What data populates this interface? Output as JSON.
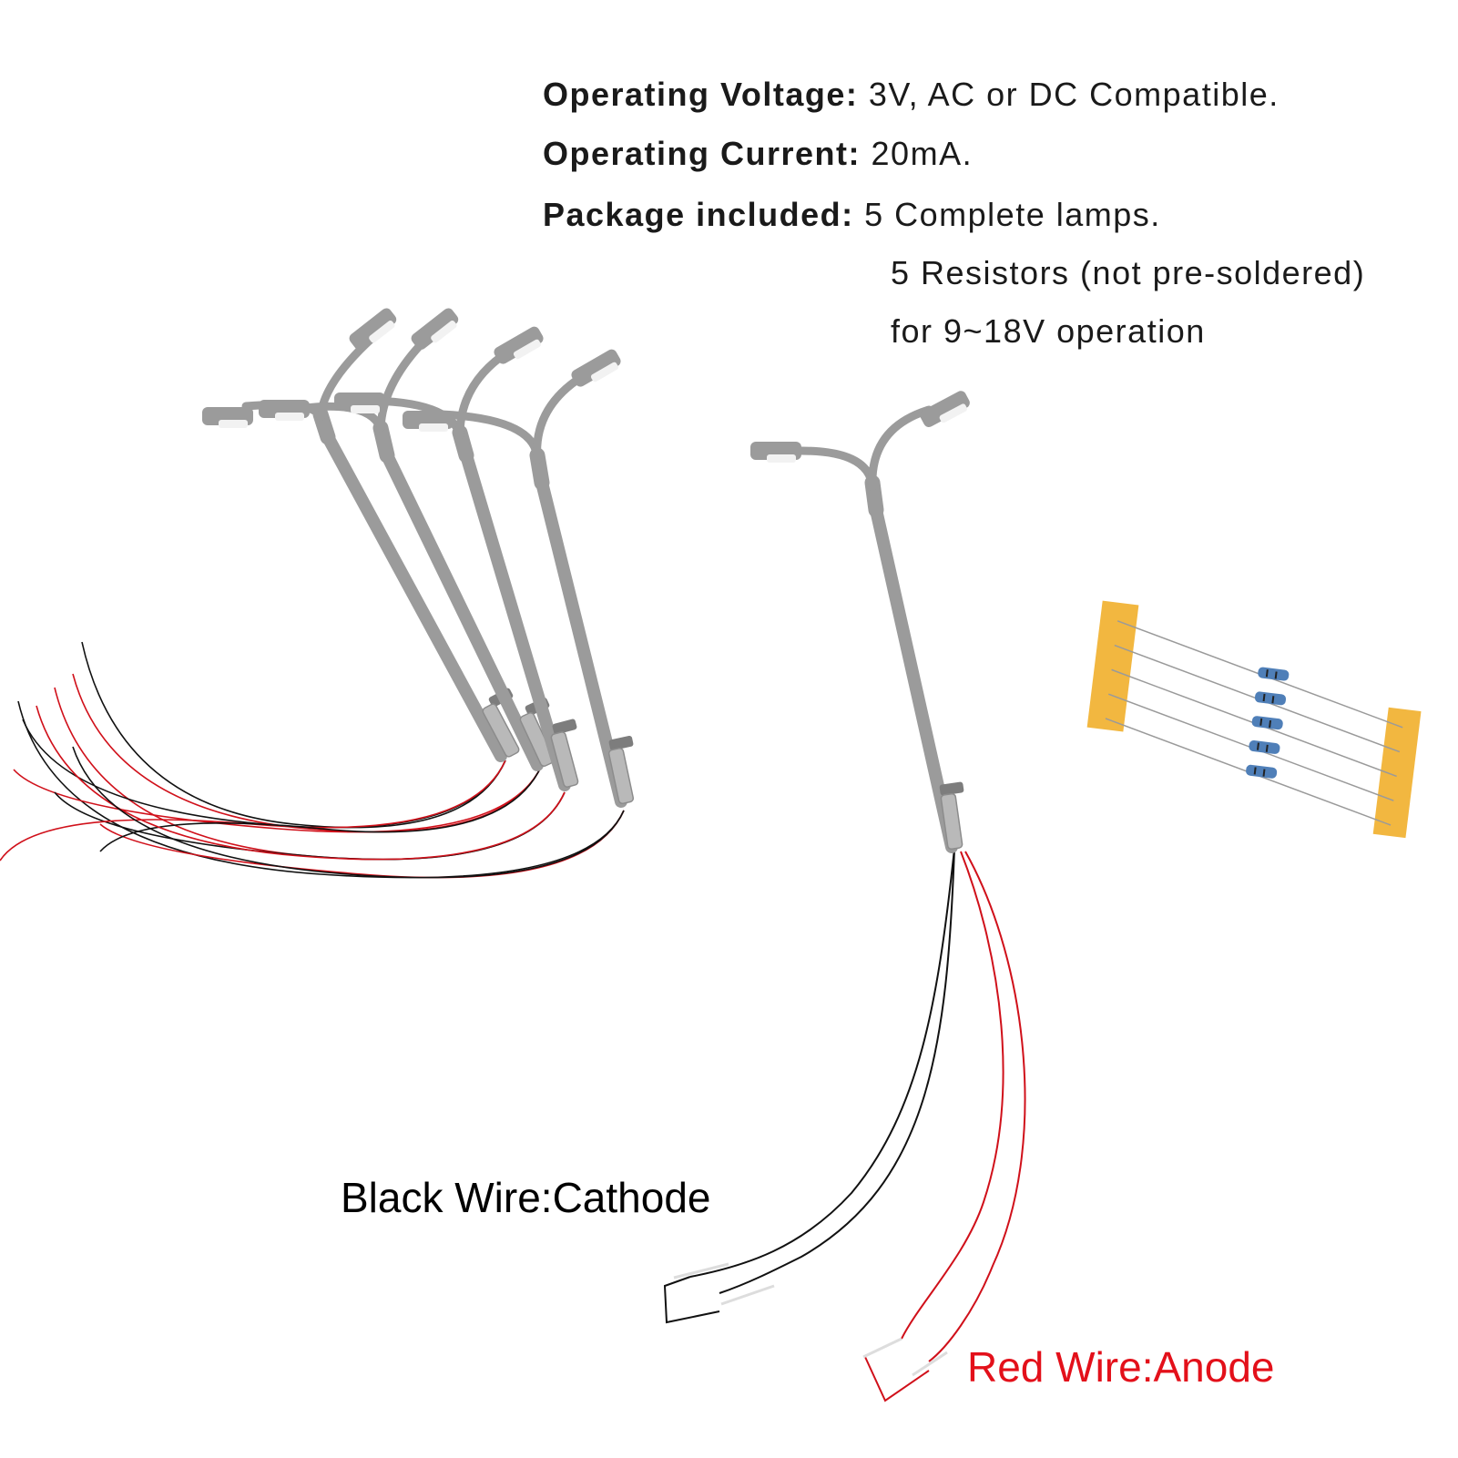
{
  "specs": {
    "voltage_label": "Operating Voltage:",
    "voltage_value": "3V, AC or DC Compatible.",
    "current_label": "Operating Current:",
    "current_value": "20mA.",
    "package_label": "Package included:",
    "package_lines": [
      "5 Complete lamps.",
      "5 Resistors (not pre-soldered)",
      "for 9~18V operation"
    ]
  },
  "callouts": {
    "black_wire": "Black Wire:Cathode",
    "red_wire": "Red Wire:Anode"
  },
  "colors": {
    "lamp_gray": "#9b9b9b",
    "lamp_dark": "#7d7d7d",
    "lamp_head_light": "#f2f2f2",
    "wire_black": "#111111",
    "wire_red": "#d0101a",
    "tape_yellow": "#f2b740",
    "resistor_blue": "#4f7fb8",
    "red_text": "#e3101a",
    "black_text": "#000000"
  },
  "icons": {
    "lamp": "double-arm-street-lamp",
    "resistor": "axial-resistor"
  }
}
